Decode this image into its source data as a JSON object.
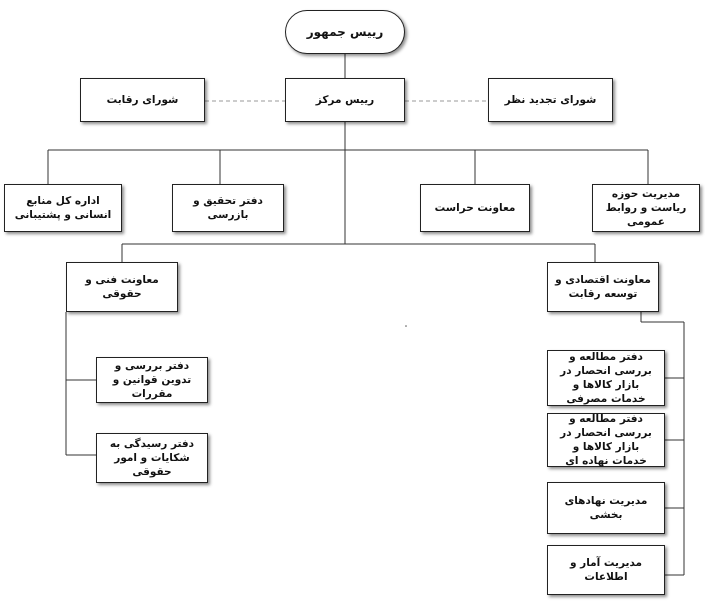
{
  "org": {
    "president": "رییس جمهور",
    "center_head": "رییس مرکز",
    "competition_council": "شورای رقابت",
    "appeals_council": "شورای تجدید نظر",
    "hr_support": "اداره کل منابع انسانی و پشتیبانی",
    "research_inspection": "دفتر تحقیق و بازرسی",
    "security_deputy": "معاونت حراست",
    "presidency_pr": "مدیریت حوزه ریاست و روابط عمومی",
    "technical_legal_deputy": "معاونت فنی و حقوقی",
    "economic_deputy": "معاونت اقتصادی و توسعه رقابت",
    "regulations_office": "دفتر بررسی و تدوین قوانین و مقررات",
    "complaints_office": "دفتر رسیدگی به شکایات و امور حقوقی",
    "consumer_monopoly_office": "دفتر مطالعه و بررسی انحصار در بازار کالاها و خدمات مصرفی",
    "intermediate_monopoly_office": "دفتر مطالعه و بررسی انحصار در بازار کالاها و خدمات نهاده ای",
    "sector_institutions": "مدیریت نهادهای بخشی",
    "statistics_info": "مدیریت آمار و اطلاعات"
  },
  "colors": {
    "line": "#333333",
    "dashed_line": "#999999",
    "box_border": "#222222"
  }
}
